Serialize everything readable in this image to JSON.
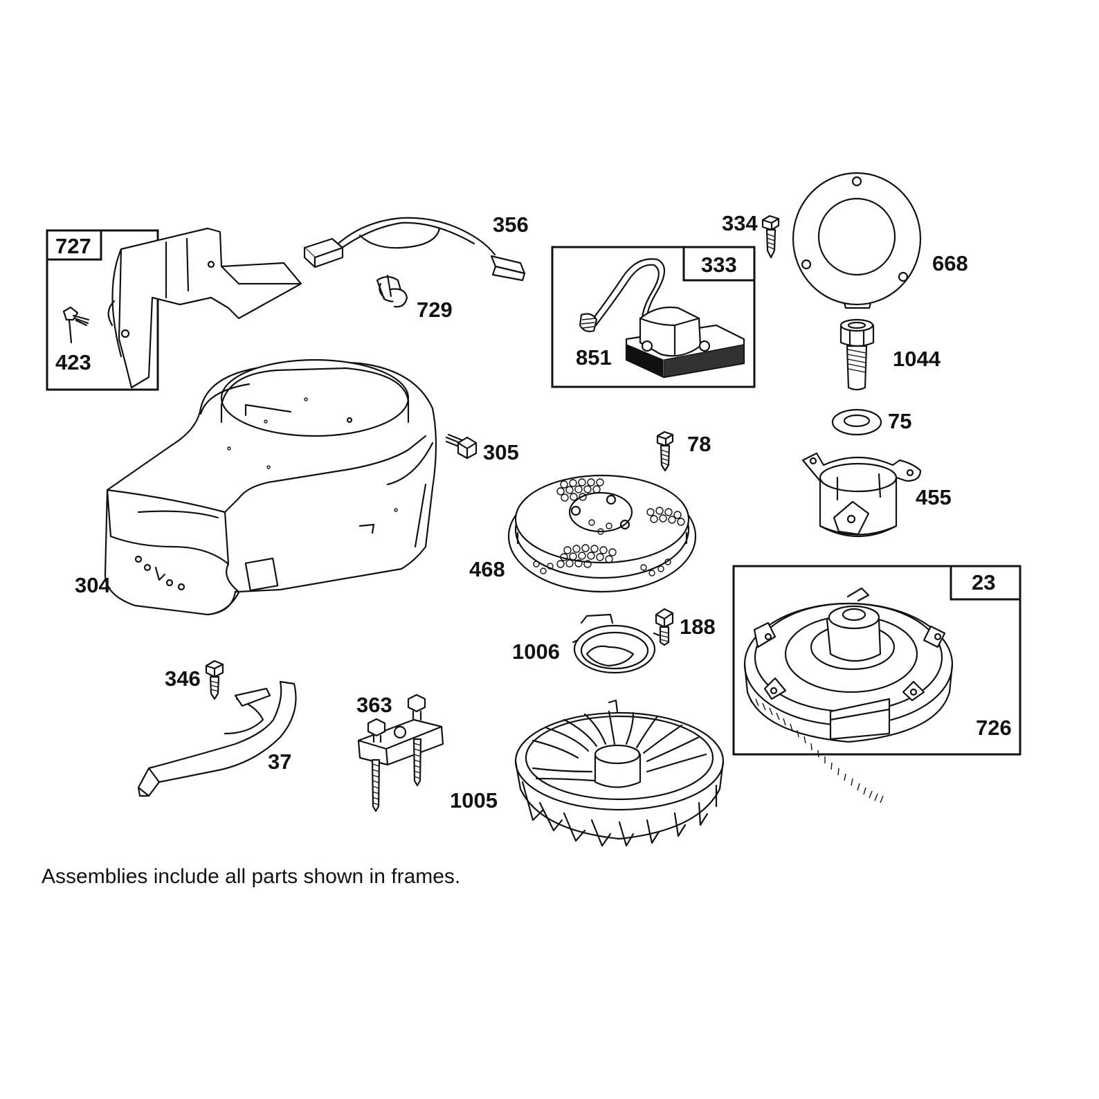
{
  "diagram": {
    "note": "Assemblies include all parts shown in frames.",
    "parts": [
      {
        "id": "727",
        "framed": true
      },
      {
        "id": "423"
      },
      {
        "id": "356"
      },
      {
        "id": "729"
      },
      {
        "id": "334"
      },
      {
        "id": "333",
        "framed": true
      },
      {
        "id": "851"
      },
      {
        "id": "668"
      },
      {
        "id": "1044"
      },
      {
        "id": "75"
      },
      {
        "id": "455"
      },
      {
        "id": "304"
      },
      {
        "id": "305"
      },
      {
        "id": "78"
      },
      {
        "id": "468"
      },
      {
        "id": "23",
        "framed": true
      },
      {
        "id": "726"
      },
      {
        "id": "188"
      },
      {
        "id": "1006"
      },
      {
        "id": "346"
      },
      {
        "id": "363"
      },
      {
        "id": "37"
      },
      {
        "id": "1005"
      }
    ]
  }
}
